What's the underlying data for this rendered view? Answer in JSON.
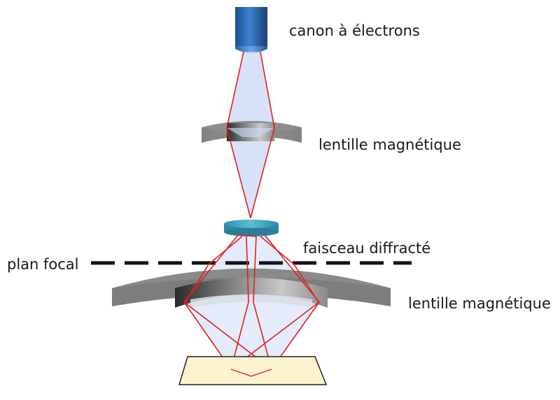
{
  "labels": {
    "electron_gun": "canon à électrons",
    "lens_upper": "lentille magnétique",
    "diffracted_beam": "faisceau diffracté",
    "focal_plane": "plan focal",
    "lens_lower": "lentille magnétique"
  },
  "colors": {
    "gun": "#2f6db5",
    "lens_gray": "#8a8a8a",
    "sample": "#3aa3bd",
    "ray": "#e02020",
    "beam_fill": "#c9d8f5",
    "screen": "#fbf3cf"
  }
}
